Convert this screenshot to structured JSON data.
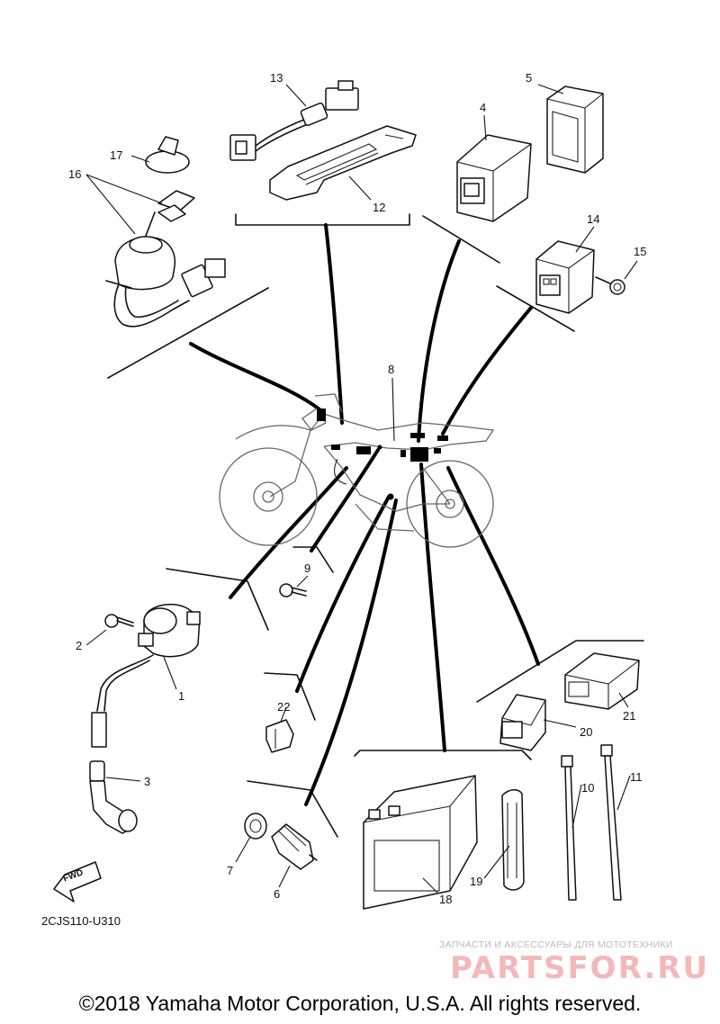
{
  "callouts": {
    "n1": "1",
    "n2": "2",
    "n3": "3",
    "n4": "4",
    "n5": "5",
    "n6": "6",
    "n7": "7",
    "n8": "8",
    "n9": "9",
    "n10": "10",
    "n11": "11",
    "n12": "12",
    "n13": "13",
    "n14": "14",
    "n15": "15",
    "n16": "16",
    "n17": "17",
    "n18": "18",
    "n19": "19",
    "n20": "20",
    "n21": "21",
    "n22": "22"
  },
  "fwd_label": "FWD",
  "diagram_code": "2CJS110-U310",
  "watermark": {
    "caption": "ЗАПЧАСТИ И АКСЕССУАРЫ ДЛЯ МОТОТЕХНИКИ",
    "brand": "PARTSFOR.RU"
  },
  "copyright": "©2018 Yamaha Motor Corporation, U.S.A. All rights reserved."
}
